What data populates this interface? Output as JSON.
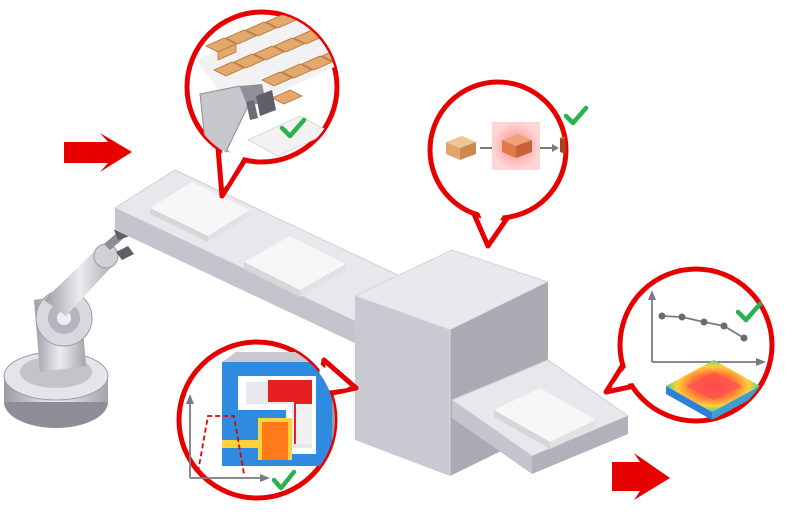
{
  "colors": {
    "accent_red": "#e60000",
    "check_green": "#2bb24c",
    "conveyor_top": "#e7e7ec",
    "conveyor_front": "#bfc0c7",
    "machine_front": "#c9cad1",
    "machine_side": "#a9aab2",
    "plate": "#f4f4f4",
    "brick_light": "#e3a86b",
    "brick_mid": "#e07a4a",
    "brick_dark": "#a9441c"
  },
  "icons": {
    "flow_arrow": "red-arrow-icon",
    "ok": "green-check-icon",
    "robot": "robot-arm-icon"
  },
  "callouts": [
    {
      "id": "gripper-inspection",
      "check": "green-check-icon"
    },
    {
      "id": "process-stages",
      "check": "green-check-icon"
    },
    {
      "id": "mold-cross-section",
      "check": "green-check-icon"
    },
    {
      "id": "measurement-graph",
      "check": "green-check-icon"
    }
  ]
}
